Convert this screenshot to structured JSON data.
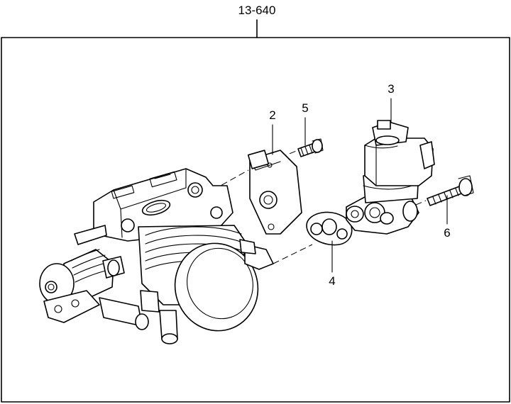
{
  "assembly": {
    "ref": "13-640"
  },
  "callouts": [
    {
      "id": "c2",
      "label": "2"
    },
    {
      "id": "c3",
      "label": "3"
    },
    {
      "id": "c4",
      "label": "4"
    },
    {
      "id": "c5",
      "label": "5"
    },
    {
      "id": "c6",
      "label": "6"
    }
  ],
  "colors": {
    "line": "#000000",
    "background": "#ffffff"
  }
}
